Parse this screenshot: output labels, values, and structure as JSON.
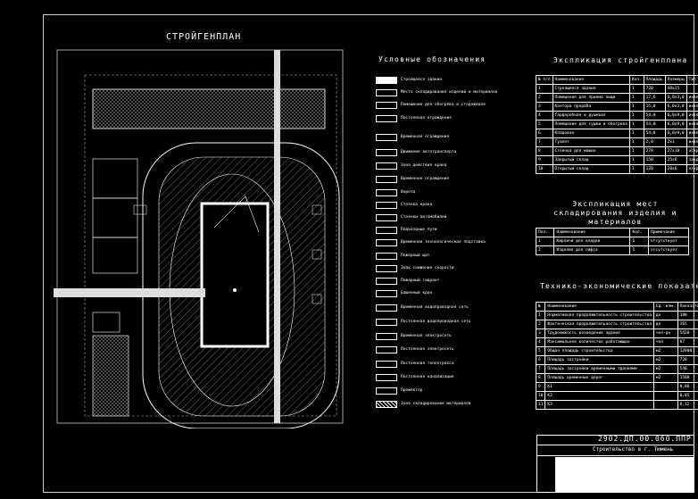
{
  "plan": {
    "title": "СТРОЙГЕНПЛАН"
  },
  "legend": {
    "title": "Условные обозначения",
    "items": [
      {
        "label": "Строящееся здание"
      },
      {
        "label": "Место складирования изделий и материалов"
      },
      {
        "label": "Помещение для обогрева и сторожевая"
      },
      {
        "label": "Постоянная ограждения"
      },
      {
        "label": "Временная ограждения"
      },
      {
        "label": "Движение автотранспорта"
      },
      {
        "label": "Зона действия крана"
      },
      {
        "label": "Временное ограждение"
      },
      {
        "label": "Ворота"
      },
      {
        "label": "Стоянка крана"
      },
      {
        "label": "Стоянки автомобилей"
      },
      {
        "label": "Подъездные пути"
      },
      {
        "label": "Временная технологическая подставка"
      },
      {
        "label": "Пожарный щит"
      },
      {
        "label": "Знак снижения скорости"
      },
      {
        "label": "Пожарный гидрант"
      },
      {
        "label": "Башенный кран"
      },
      {
        "label": "Временная водопроводная сеть"
      },
      {
        "label": "Постоянная водопроводная сеть"
      },
      {
        "label": "Временная электросеть"
      },
      {
        "label": "Постоянная электросеть"
      },
      {
        "label": "Постоянная теплотрасса"
      },
      {
        "label": "Постоянная канализация"
      },
      {
        "label": "Прожектор"
      },
      {
        "label": "Зона складирования материалов"
      }
    ]
  },
  "explication": {
    "title": "Экспликация стройгенплана",
    "headers": [
      "№ п/п",
      "Наименование",
      "Кол.",
      "Площадь",
      "Размеры",
      "Тип"
    ],
    "rows": [
      [
        "1",
        "Строящееся здание",
        "1",
        "720",
        "48х15",
        ""
      ],
      [
        "2",
        "Помещение для приема пищи",
        "1",
        "17,6",
        "6,0х3,0",
        "инвентарное"
      ],
      [
        "3",
        "Контора прораба",
        "1",
        "15,0",
        "6,0х3,0",
        "инвентарное"
      ],
      [
        "4",
        "Гардеробная и душевая",
        "1",
        "54,0",
        "6,0х9,0",
        "инвентарное"
      ],
      [
        "5",
        "Помещение для сушки и обогрева",
        "1",
        "54,0",
        "6,0х9,0",
        "инвентарное"
      ],
      [
        "6",
        "Кладовая",
        "1",
        "54,0",
        "6,0х9,0",
        "инвентарное"
      ],
      [
        "7",
        "Туалет",
        "1",
        "2,0",
        "2х1",
        "инвентарное"
      ],
      [
        "8",
        "Стоянка для машин",
        "1",
        "270",
        "27х10",
        "открытый"
      ],
      [
        "9",
        "Закрытый склад",
        "1",
        "150",
        "25х6",
        "закрытый"
      ],
      [
        "10",
        "Открытый склад",
        "1",
        "120",
        "20х6",
        "открытый"
      ]
    ]
  },
  "storage": {
    "title": "Экспликация мест складирования изделия и материалов",
    "headers": [
      "Поз.",
      "Наименование",
      "Кол.",
      "Примечание"
    ],
    "rows": [
      [
        "1",
        "Кирпичи для кладки",
        "1",
        "отсутствует"
      ],
      [
        "2",
        "Изделия для лифта",
        "1",
        "отсутствует"
      ]
    ]
  },
  "tech": {
    "title": "Технико-экономические показатели",
    "headers": [
      "№",
      "Наименование",
      "Ед. изм.",
      "Показатели"
    ],
    "rows": [
      [
        "1",
        "Нормативная продолжительность строительства",
        "дн",
        "180"
      ],
      [
        "2",
        "Фактическая продолжительность строительства",
        "дн",
        "165"
      ],
      [
        "3",
        "Трудоемкость возведения здания",
        "чел-дн",
        "5420"
      ],
      [
        "4",
        "Максимальное количество работающих",
        "чел",
        "67"
      ],
      [
        "5",
        "Общая площадь строительства",
        "м2",
        "12000"
      ],
      [
        "6",
        "Площадь застройки",
        "м2",
        "720"
      ],
      [
        "7",
        "Площадь застройки временными зданиями",
        "м2",
        "540"
      ],
      [
        "8",
        "Площадь временных дорог",
        "м2",
        "1500"
      ],
      [
        "9",
        "К1",
        "",
        "0,06"
      ],
      [
        "10",
        "К2",
        "",
        "0,05"
      ],
      [
        "11",
        "К3",
        "",
        "0,12"
      ]
    ]
  },
  "stamp": {
    "code": "2902.ДП.00.060.ППР",
    "text": "Строительство в г. Тюмень"
  }
}
